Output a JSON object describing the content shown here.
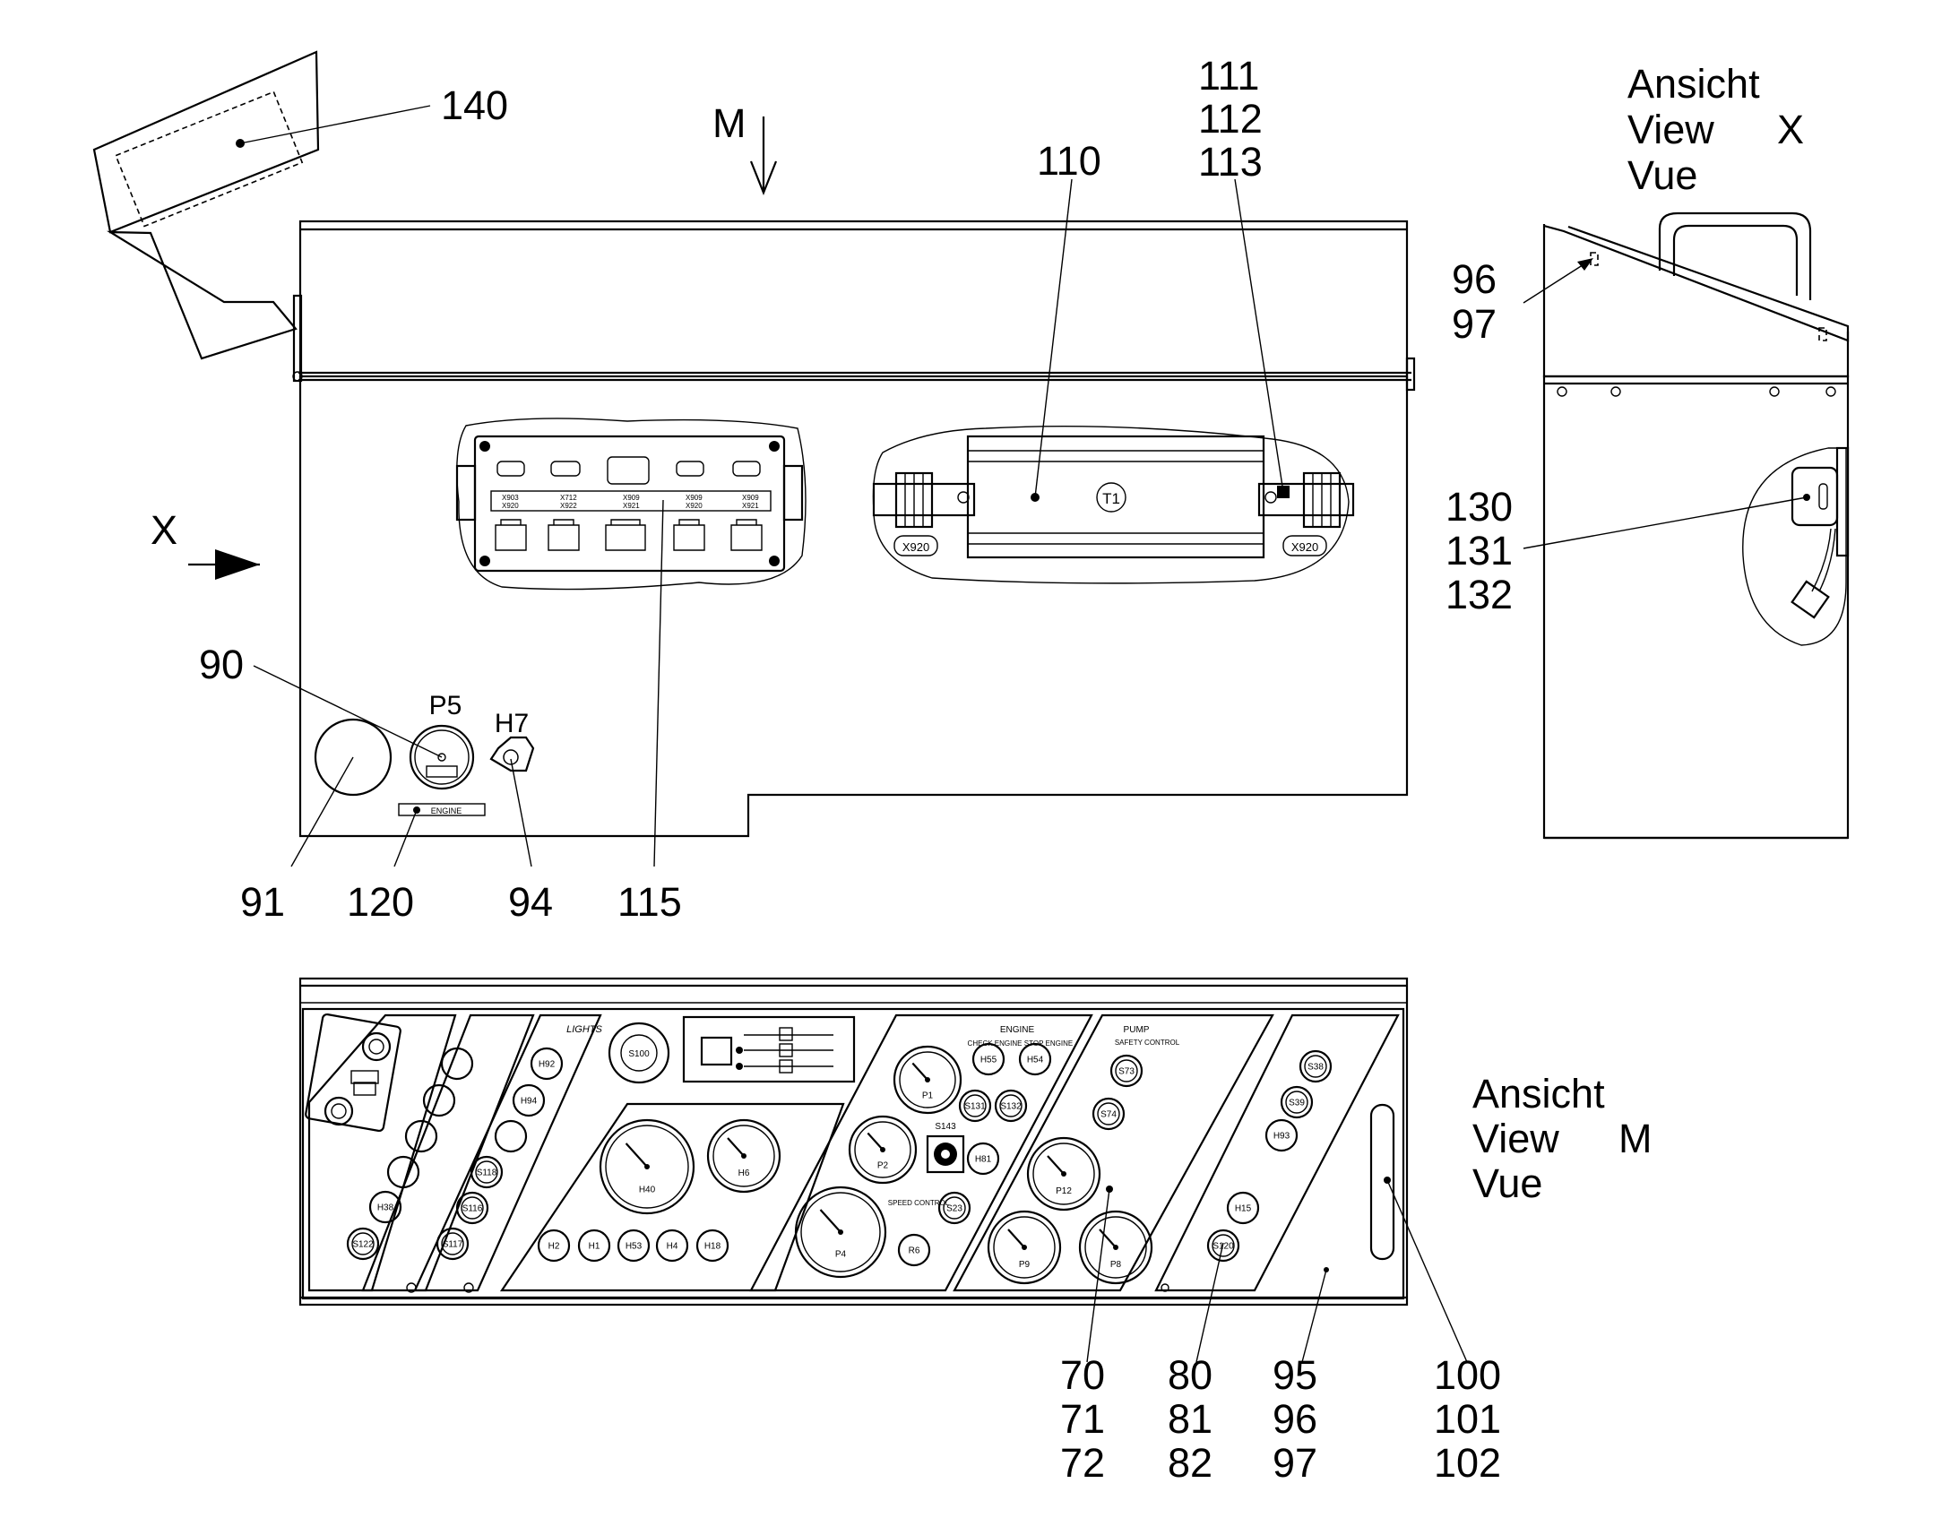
{
  "view_titles": {
    "x": [
      "Ansicht",
      "View",
      "X",
      "Vue"
    ],
    "m": [
      "Ansicht",
      "View",
      "M",
      "Vue"
    ]
  },
  "direction_letters": {
    "m": "M",
    "x": "X"
  },
  "references": {
    "r140": "140",
    "r110": "110",
    "r111": "111",
    "r112": "112",
    "r113": "113",
    "r96_side": "96",
    "r97_side": "97",
    "r130": "130",
    "r131": "131",
    "r132": "132",
    "r90": "90",
    "r91": "91",
    "r120": "120",
    "r94": "94",
    "r115": "115",
    "r70": "70",
    "r71": "71",
    "r72": "72",
    "r80": "80",
    "r81": "81",
    "r82": "82",
    "r95": "95",
    "r96": "96",
    "r97": "97",
    "r100": "100",
    "r101": "101",
    "r102": "102"
  },
  "component_labels": {
    "p5": "P5",
    "h7": "H7",
    "t1": "T1",
    "x920_left": "X920",
    "x920_right": "X920",
    "engine_plate": "ENGINE"
  },
  "panel": {
    "lights": "LIGHTS",
    "engine": "ENGINE",
    "pump": "PUMP",
    "safety_control": "SAFETY CONTROL",
    "check_engine": "CHECK ENGINE",
    "stop_engine": "STOP ENGINE",
    "speed_control": "SPEED CONTROL",
    "s100": "S100",
    "s143": "S143",
    "gauges": [
      "P1",
      "P2",
      "P4",
      "P12",
      "P9",
      "P8",
      "H40",
      "H6"
    ],
    "left_buttons": [
      "H38",
      "S122"
    ],
    "light_buttons": [
      "H92",
      "H94",
      "S118",
      "S116",
      "S117"
    ],
    "lamp_row": [
      "H2",
      "H1",
      "H53",
      "H4",
      "H18"
    ],
    "engine_buttons": [
      "H55",
      "H54",
      "S131",
      "S132",
      "H81",
      "S23",
      "R6"
    ],
    "pump_buttons": [
      "S73",
      "S74"
    ],
    "right_buttons": [
      "S38",
      "S39",
      "H93",
      "H15",
      "S120"
    ]
  }
}
